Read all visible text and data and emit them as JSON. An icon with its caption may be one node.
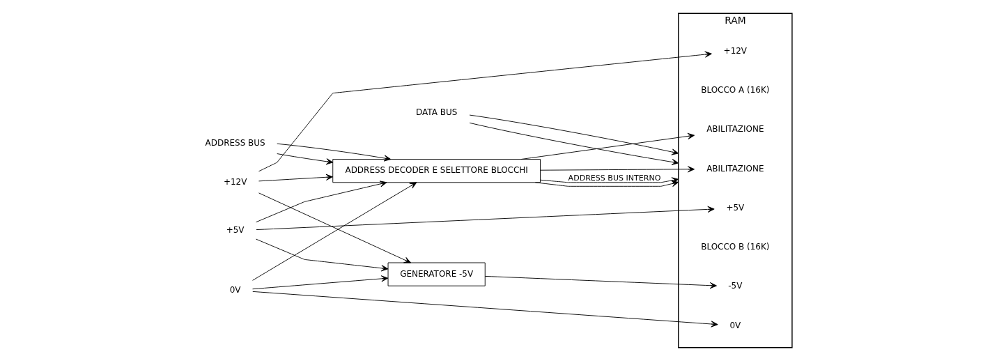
{
  "diagram": {
    "nodes": [
      {
        "text": [
          "ADDRESS BUS"
        ]
      },
      {
        "text": [
          "+12V"
        ]
      },
      {
        "text": [
          "+5V"
        ]
      },
      {
        "text": [
          "0V"
        ]
      },
      {
        "text": [
          "DATA BUS"
        ]
      },
      {
        "text": [
          "ADDRESS DECODER E SELETTORE BLOCCHI"
        ]
      },
      {
        "text": [
          "GENERATORE -5V"
        ]
      },
      {
        "text": [
          "RAM"
        ]
      },
      {
        "text": [
          "ABILITAZIONE"
        ],
        "in": 7
      },
      {
        "text": [
          "BLOCCO A (16K)"
        ],
        "in": 7
      },
      {
        "text": [
          "+12V"
        ],
        "in": 7
      },
      {
        "text": [
          "+5V"
        ],
        "in": 7
      },
      {
        "text": [
          "-5V"
        ],
        "in": 7
      },
      {
        "text": [
          "BLOCCO B (16K)"
        ],
        "in": 7
      },
      {
        "text": [
          "0V"
        ],
        "in": 7
      },
      {
        "text": [
          "ABILITAZIONE"
        ],
        "in": 7
      }
    ],
    "edges": [
      {
        "from": 0,
        "to": 5,
        "arrow": "to"
      },
      {
        "from": 0,
        "to": 5,
        "arrow": "to"
      },
      {
        "from": 5,
        "to": 8,
        "arrow": "to"
      },
      {
        "from": 5,
        "to": 7,
        "arrow": "to",
        "label": "ADDRESS BUS INTERNO"
      },
      {
        "from": 5,
        "to": 7,
        "arrow": "to"
      },
      {
        "from": 1,
        "to": 10,
        "arrow": "to"
      },
      {
        "from": 2,
        "to": 11,
        "arrow": "to"
      },
      {
        "from": 1,
        "to": 6,
        "arrow": "to"
      },
      {
        "from": 2,
        "to": 6,
        "arrow": "to"
      },
      {
        "from": 1,
        "to": 5,
        "arrow": "to"
      },
      {
        "from": 2,
        "to": 5,
        "arrow": "to"
      },
      {
        "from": 3,
        "to": 6,
        "arrow": "to"
      },
      {
        "from": 3,
        "to": 5,
        "arrow": "to"
      },
      {
        "from": 6,
        "to": 12,
        "arrow": "to"
      },
      {
        "from": 3,
        "to": 14,
        "arrow": "to"
      },
      {
        "from": 5,
        "to": 15,
        "arrow": "to"
      },
      {
        "from": 4,
        "to": 7,
        "arrow": "to"
      },
      {
        "from": 4,
        "to": 7,
        "arrow": "to"
      }
    ]
  }
}
